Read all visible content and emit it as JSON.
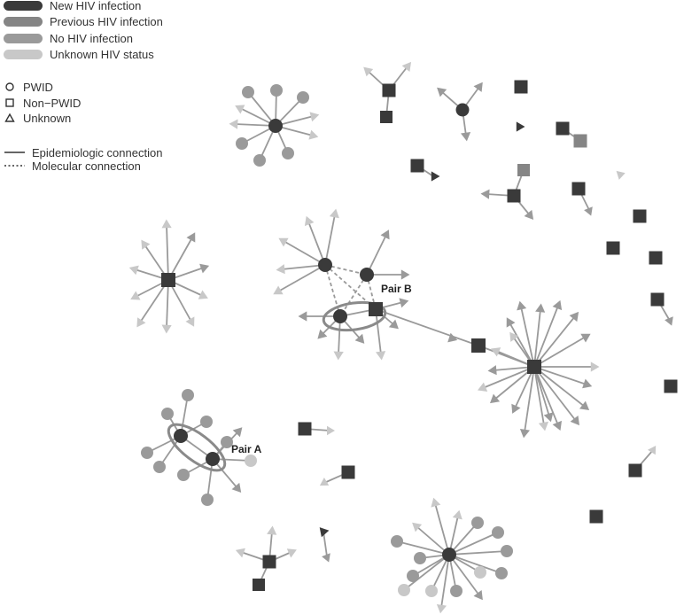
{
  "colors": {
    "new": "#3a3a3a",
    "previous": "#858585",
    "none": "#9a9a9a",
    "unknown": "#c8c8c8",
    "edge": "#9a9a9a",
    "text": "#333333",
    "ring": "#8a8a8a"
  },
  "legend": {
    "status": [
      {
        "key": "new",
        "label": "New HIV infection"
      },
      {
        "key": "previous",
        "label": "Previous HIV infection"
      },
      {
        "key": "none",
        "label": "No HIV infection"
      },
      {
        "key": "unknown",
        "label": "Unknown HIV status"
      }
    ],
    "shapes": [
      {
        "shape": "circle",
        "label": "PWID"
      },
      {
        "shape": "square",
        "label": "Non−PWID"
      },
      {
        "shape": "triangle",
        "label": "Unknown"
      }
    ],
    "connections": [
      {
        "style": "solid",
        "label": "Epidemiologic connection"
      },
      {
        "style": "dotted",
        "label": "Molecular connection"
      }
    ]
  },
  "annotations": {
    "pair_a": "Pair A",
    "pair_b": "Pair B"
  }
}
